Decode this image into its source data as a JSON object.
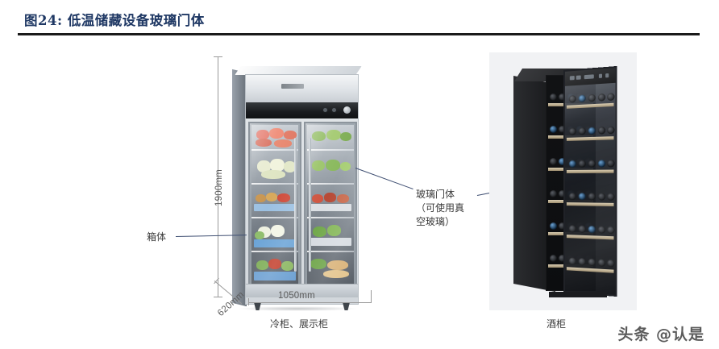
{
  "header": {
    "figure_label": "图24:",
    "title": "低温储藏设备玻璃门体",
    "title_full": "图24: 低温储藏设备玻璃门体",
    "accent_color": "#1f3864",
    "rule_color": "#1a1a1a"
  },
  "figure": {
    "left_product": {
      "caption": "冷柜、展示柜",
      "callout": "箱体",
      "dimensions": {
        "height": "1900mm",
        "depth": "620mm",
        "width": "1050mm"
      },
      "door_count": 2,
      "shelf_count": 5
    },
    "center_callout": {
      "line1": "玻璃门体",
      "line2": "（可使用真",
      "line3": "空玻璃）",
      "full": "玻璃门体（可使用真空玻璃）",
      "leader_color": "#3f4f72"
    },
    "right_product": {
      "caption": "酒柜",
      "panel_color": "#f1f2f4",
      "body_color": "#111214"
    }
  },
  "watermark": {
    "text": "头条 @认是"
  }
}
